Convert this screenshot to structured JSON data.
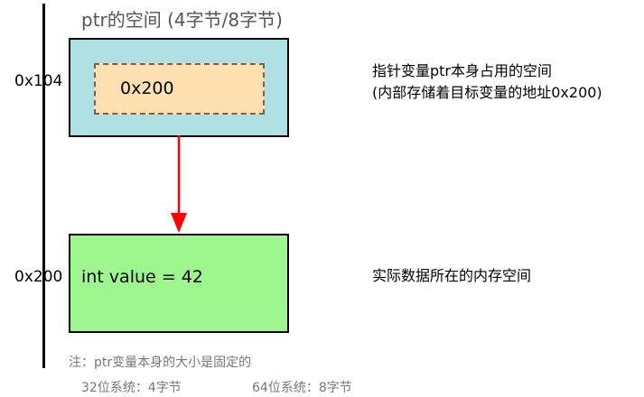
{
  "pointer": {
    "title": "ptr的空间 (4字节/8字节)",
    "address": "0x104",
    "stored_value": "0x200",
    "description_line1": "指针变量ptr本身占用的空间",
    "description_line2": "(内部存储着目标变量的地址0x200)"
  },
  "target": {
    "address": "0x200",
    "content": "int value = 42",
    "description": "实际数据所在的内存空间"
  },
  "notes": {
    "main": "注：ptr变量本身的大小是固定的",
    "bits32": "32位系统：4字节",
    "bits64": "64位系统：8字节"
  },
  "colors": {
    "pointer_box": "#aee0e4",
    "pointer_inner": "#ffe0b1",
    "target_box": "#9ef68f",
    "arrow": "#ff0000"
  }
}
